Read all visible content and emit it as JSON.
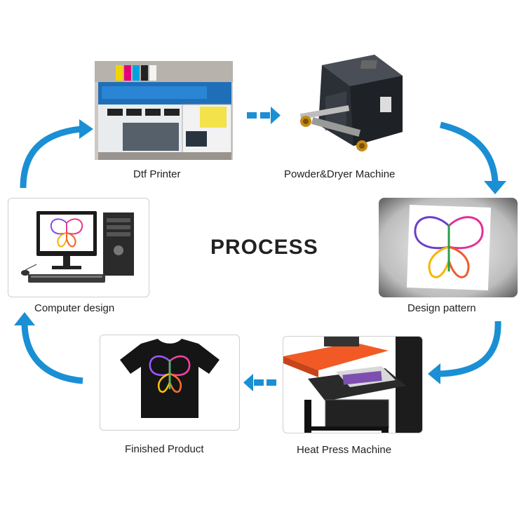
{
  "title": "PROCESS",
  "steps": {
    "dtf_printer": "Dtf Printer",
    "powder_dryer": "Powder&Dryer Machine",
    "design_pattern": "Design pattern",
    "heat_press": "Heat Press Machine",
    "finished_product": "Finished Product",
    "computer_design": "Computer design"
  },
  "colors": {
    "arrow": "#1a8fd4",
    "printer_body": "#e9ecef",
    "printer_accent": "#2a7fc9",
    "dryer_body": "#2b2f36",
    "press_orange": "#f15a24",
    "tshirt": "#151515"
  }
}
